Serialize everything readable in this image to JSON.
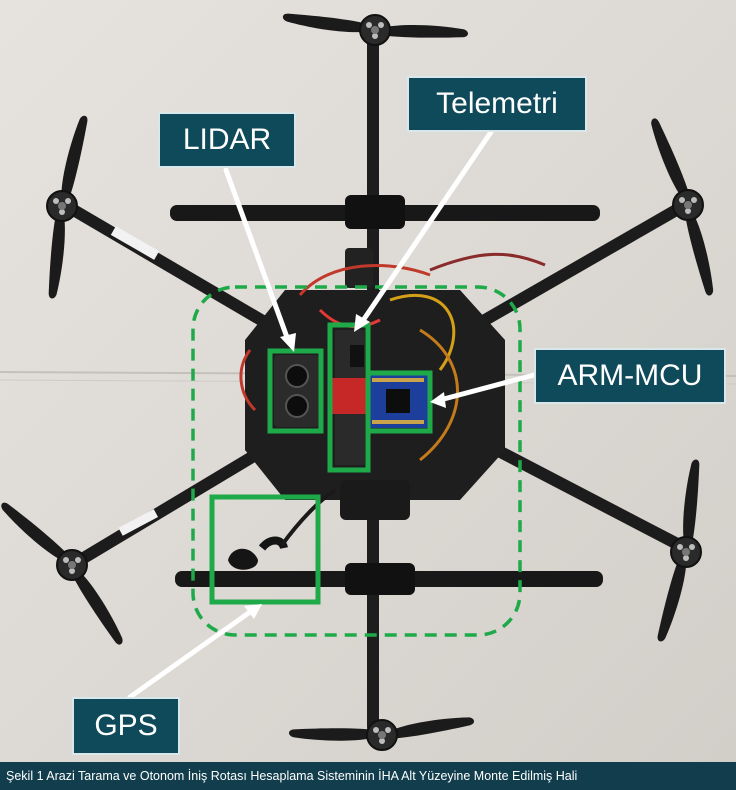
{
  "labels": {
    "lidar": "LIDAR",
    "telemetri": "Telemetri",
    "arm_mcu": "ARM-MCU",
    "gps": "GPS"
  },
  "caption": "Şekil 1 Arazi Tarama ve Otonom İniş Rotası Hesaplama Sisteminin İHA Alt Yüzeyine Monte Edilmiş Hali",
  "colors": {
    "label_bg": "#0f4a5a",
    "highlight": "#1faa4a",
    "pointer": "#ffffff",
    "caption_bg": "#113d4c"
  }
}
